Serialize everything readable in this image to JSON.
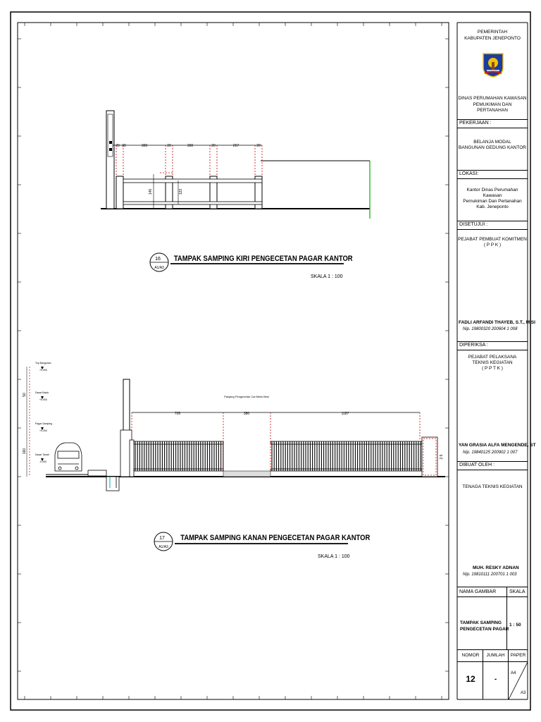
{
  "title_block": {
    "government": "PEMERINTAH",
    "regency": "KABUPATEN JENEPONTO",
    "agency_line1": "DINAS PERUMAHAN KAWASAN",
    "agency_line2": "PEMUKIMAN DAN PERTANAHAN",
    "work_label": "PEKERJAAN :",
    "work_line1": "BELANJA MODAL",
    "work_line2": "BANGUNAN GEDUNG KANTOR",
    "location_label": "LOKASI:",
    "location_line1": "Kantor Dinas Perumahan Kawasan",
    "location_line2": "Pemukiman Dan Pertanahan",
    "location_line3": "Kab. Jeneponto",
    "approved_label": "DISETUJUI :",
    "approver_role1": "PEJABAT PEMBUAT KOMITMEN",
    "approver_role2": "( P P K )",
    "approver_name": "FADLI ARFANDI THAYEB, S.T., M.SI",
    "approver_nip": "Nip. 19800320 200604 1 008",
    "checked_label": "DIPERIKSA :",
    "checker_role1": "PEJABAT PELAKSANA",
    "checker_role2": "TEKNIS KEGIATAN",
    "checker_role3": "( P P T K )",
    "checker_name": "YAN GRASIA ALFA MENGENDE, ST",
    "checker_nip": "Nip. 19840125 200902 1 007",
    "made_label": "DIBUAT OLEH :",
    "maker_role": "TENAGA TEKNIS KEGIATAN",
    "maker_name": "MUH. RESKY ADNAN",
    "maker_nip": "Nip. 19810111 200701 1 003",
    "drawing_name_label": "NAMA GAMBAR",
    "scale_label": "SKALA",
    "drawing_name1": "TAMPAK SAMPING",
    "drawing_name2": "PENGECETAN PAGAR",
    "scale_value": "1 : 50",
    "number_label": "NOMOR",
    "count_label": "JUMLAH",
    "paper_label": "PAPER",
    "number_value": "12",
    "count_value": "-",
    "paper_a4": "A4",
    "paper_a3": "A3"
  },
  "drawing1": {
    "title": "TAMPAK SAMPING KIRI PENGECETAN PAGAR KANTOR",
    "scale": "SKALA     1 : 100",
    "ref_number": "16",
    "ref_sheet": "A1/A3",
    "dims": [
      "20",
      "20",
      "300",
      "20",
      "300",
      "20",
      "267",
      "20"
    ],
    "height_dims": [
      "145",
      "123"
    ]
  },
  "drawing2": {
    "title": "TAMPAK SAMPING KANAN PENGECETAN PAGAR KANTOR",
    "scale": "SKALA     1 : 100",
    "ref_number": "17",
    "ref_sheet": "A1/A3",
    "note": "Panjang Pengecetan Cat Minis Besi",
    "dims": [
      "705",
      "380",
      "1187"
    ],
    "height_dim": "2.5",
    "levels": [
      {
        "label": "Top Bangunan",
        "value": "+0.000"
      },
      {
        "label": "Dasar Balok",
        "value": "+0.000"
      },
      {
        "label": "Pagar Samping",
        "value": "+0.000"
      },
      {
        "label": "Dasar Tanah",
        "value": "-0.000"
      }
    ],
    "side_dims": [
      "50",
      "160"
    ]
  },
  "colors": {
    "dim_red": "#cc0000",
    "line_green": "#00b000",
    "logo_blue": "#1a3d9e",
    "logo_yellow": "#f3c300"
  }
}
